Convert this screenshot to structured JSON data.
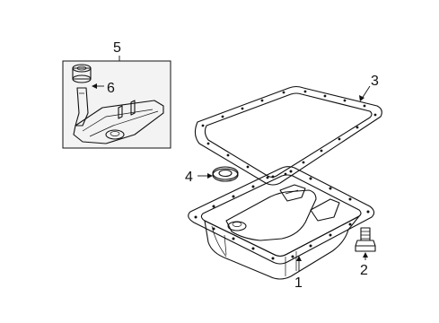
{
  "callouts": {
    "c1": "1",
    "c2": "2",
    "c3": "3",
    "c4": "4",
    "c5": "5",
    "c6": "6"
  },
  "colors": {
    "line": "#111111",
    "inset_box_fill": "#f3f3f3",
    "part_shade": "#cfcfcf",
    "background": "#ffffff"
  }
}
